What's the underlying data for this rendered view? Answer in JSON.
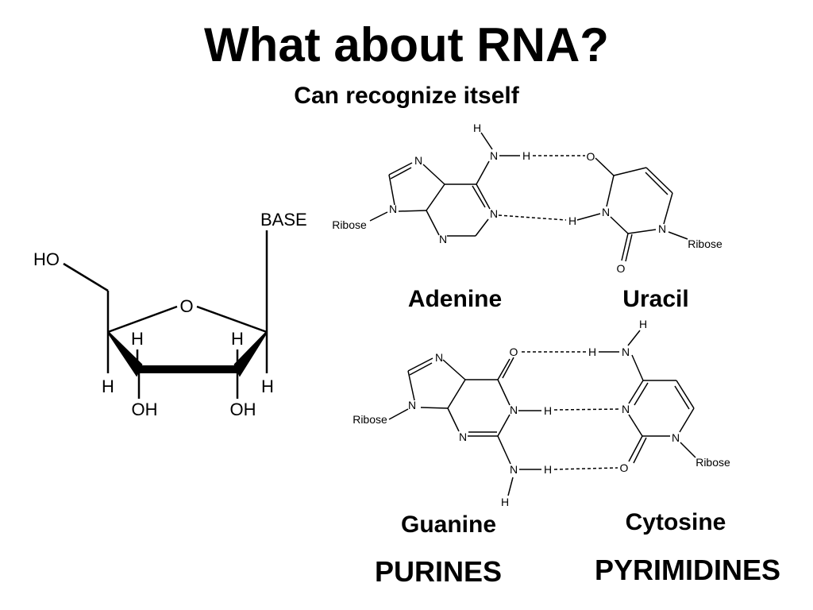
{
  "title": "What about RNA?",
  "subtitle": "Can recognize itself",
  "ribose": {
    "base": "BASE",
    "ring_o": "O",
    "ho": "HO",
    "h": "H",
    "oh": "OH"
  },
  "atoms": {
    "N": "N",
    "H": "H",
    "O": "O",
    "ribose": "Ribose"
  },
  "labels": {
    "adenine": "Adenine",
    "uracil": "Uracil",
    "guanine": "Guanine",
    "cytosine": "Cytosine",
    "purines": "PURINES",
    "pyrimidines": "PYRIMIDINES"
  }
}
